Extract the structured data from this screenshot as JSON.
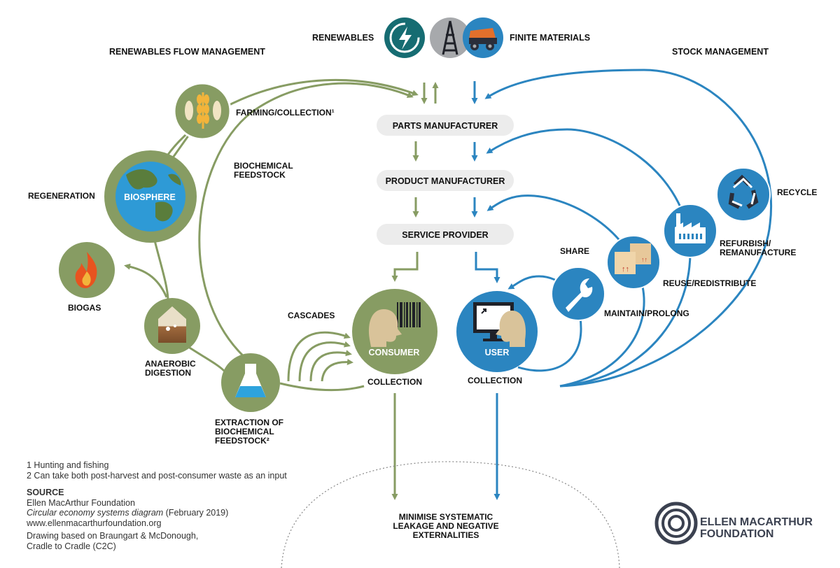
{
  "colors": {
    "green": "#879c63",
    "blue": "#2b85c0",
    "pill": "#ececec",
    "dark": "#2a2e3a"
  },
  "top": {
    "renewables": "RENEWABLES",
    "finite": "FINITE MATERIALS"
  },
  "headings": {
    "renewables_flow": "RENEWABLES FLOW MANAGEMENT",
    "stock": "STOCK MANAGEMENT"
  },
  "pills": {
    "parts": "PARTS MANUFACTURER",
    "product": "PRODUCT MANUFACTURER",
    "service": "SERVICE PROVIDER"
  },
  "bio": {
    "farming": "FARMING/COLLECTION¹",
    "feedstock_1": "BIOCHEMICAL",
    "feedstock_2": "FEEDSTOCK",
    "regeneration": "REGENERATION",
    "biosphere": "BIOSPHERE",
    "biogas": "BIOGAS",
    "anaerobic_1": "ANAEROBIC",
    "anaerobic_2": "DIGESTION",
    "cascades": "CASCADES",
    "extraction_1": "EXTRACTION OF",
    "extraction_2": "BIOCHEMICAL",
    "extraction_3": "FEEDSTOCK²",
    "consumer": "CONSUMER",
    "collection": "COLLECTION"
  },
  "tech": {
    "user": "USER",
    "collection": "COLLECTION",
    "share": "SHARE",
    "maintain": "MAINTAIN/PROLONG",
    "reuse": "REUSE/REDISTRIBUTE",
    "refurbish_1": "REFURBISH/",
    "refurbish_2": "REMANUFACTURE",
    "recycle": "RECYCLE"
  },
  "leakage": {
    "line1": "MINIMISE SYSTEMATIC",
    "line2": "LEAKAGE AND NEGATIVE",
    "line3": "EXTERNALITIES"
  },
  "footnotes": {
    "note1": "1 Hunting and fishing",
    "note2": "2 Can take both post-harvest and post-consumer waste as an input",
    "source_heading": "SOURCE",
    "source_org": "Ellen MacArthur Foundation",
    "source_title": "Circular economy systems diagram",
    "source_date": " (February 2019)",
    "source_url": "www.ellenmacarthurfoundation.org",
    "drawing_1": "Drawing based on Braungart & McDonough,",
    "drawing_2": "Cradle to Cradle (C2C)"
  },
  "logo": {
    "line1": "ELLEN MACARTHUR",
    "line2": "FOUNDATION"
  },
  "icons": [
    "lightning-icon",
    "oil-rig-icon",
    "mining-truck-icon",
    "fish-wheat-icon",
    "globe-icon",
    "flame-icon",
    "soil-layers-icon",
    "flask-icon",
    "barcode-icon",
    "computer-icon",
    "wrench-icon",
    "boxes-icon",
    "factory-icon",
    "recycle-icon",
    "ellen-macarthur-logo-icon"
  ]
}
